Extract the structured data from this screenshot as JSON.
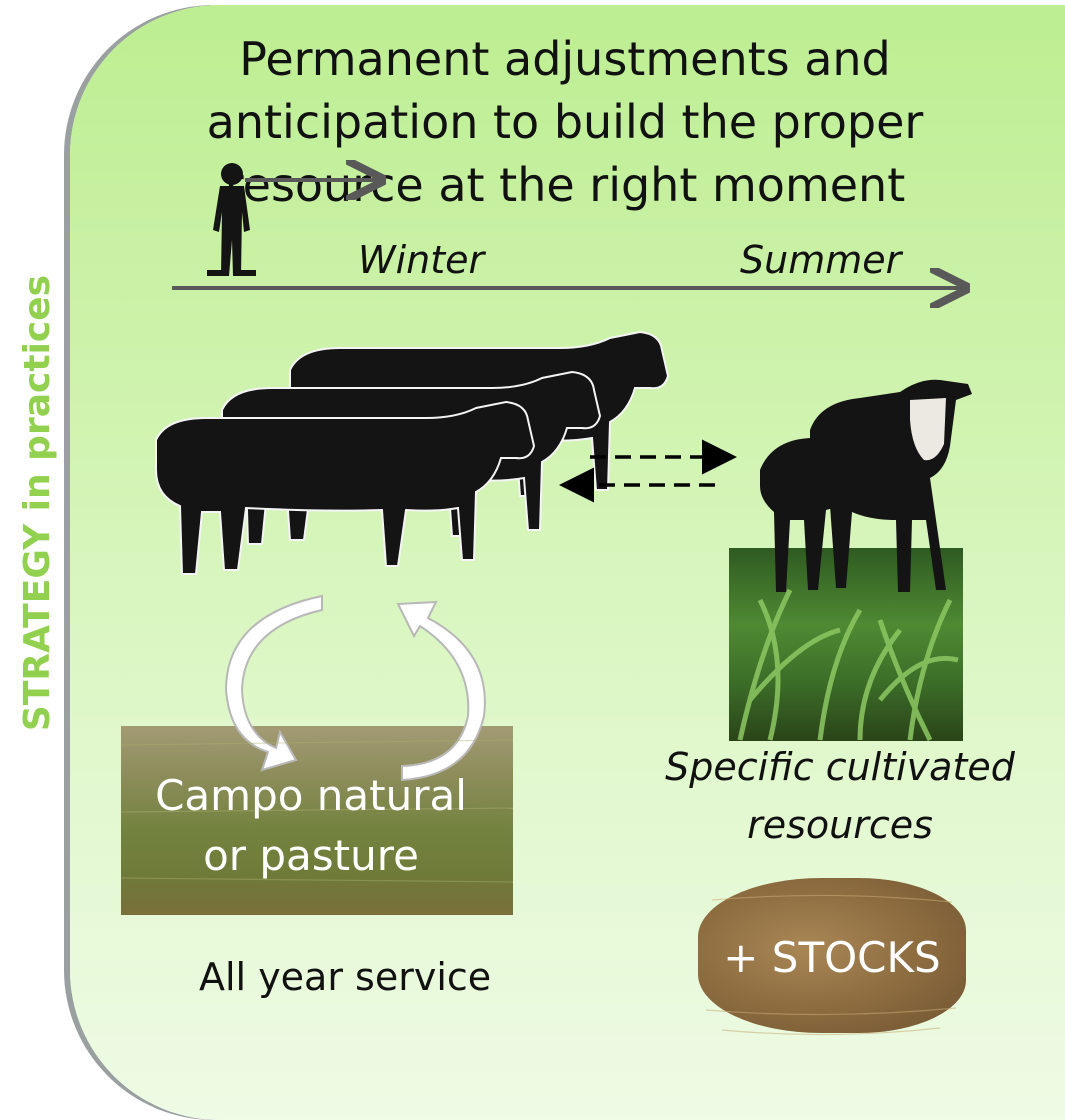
{
  "strategy_label": "STRATEGY in practices",
  "title_lines": [
    "Permanent adjustments and",
    "anticipation to build the proper",
    "resource at the right moment"
  ],
  "seasons": {
    "winter": "Winter",
    "summer": "Summer"
  },
  "pasture_label_lines": [
    "Campo natural",
    "or pasture"
  ],
  "all_year_label": "All year service",
  "cultivated_label_lines": [
    "Specific cultivated",
    "resources"
  ],
  "stocks_label": "+ STOCKS",
  "colors": {
    "panel_green": "#c7f1a2",
    "strategy_green": "#92d04f",
    "arrow_gray": "#595959",
    "cow_black": "#141414"
  }
}
